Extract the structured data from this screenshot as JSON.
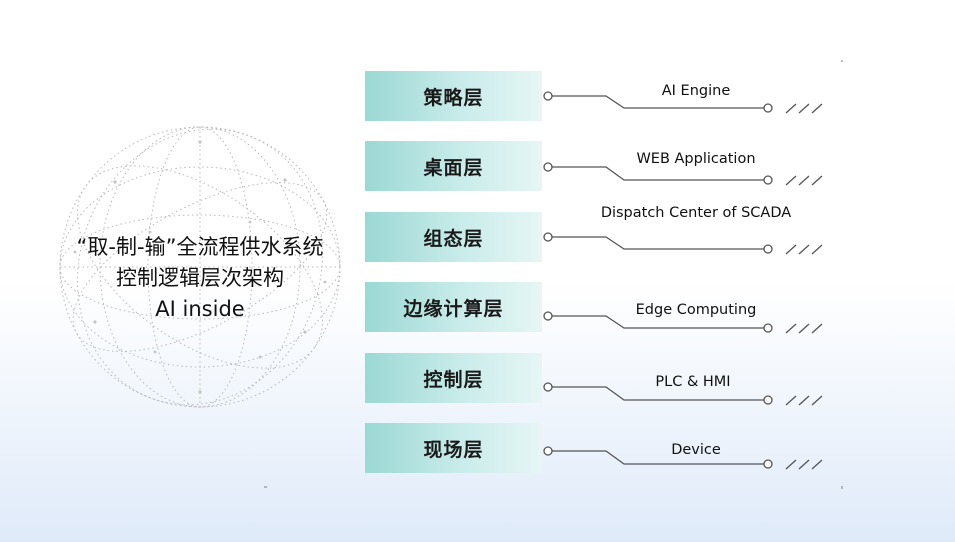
{
  "title": {
    "line1": "“取-制-输”全流程供水系统",
    "line2": "控制逻辑层次架构",
    "line3": "AI inside"
  },
  "layers": [
    {
      "name": "策略层",
      "label": "AI Engine"
    },
    {
      "name": "桌面层",
      "label": "WEB Application"
    },
    {
      "name": "组态层",
      "label": "Dispatch Center of SCADA"
    },
    {
      "name": "边缘计算层",
      "label": "Edge Computing"
    },
    {
      "name": "控制层",
      "label": "PLC & HMI"
    },
    {
      "name": "现场层",
      "label": "Device"
    }
  ],
  "colors": {
    "box_start": "#9bd8d4",
    "box_end": "#e6f6f5",
    "line": "#555555",
    "globe": "#b8b8b8"
  }
}
